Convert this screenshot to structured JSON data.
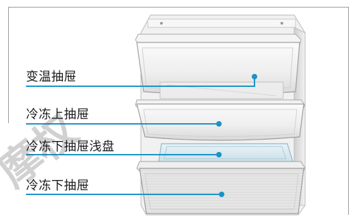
{
  "labels": {
    "variable_temp_drawer": "变温抽屉",
    "freezer_upper_drawer": "冷冻上抽屉",
    "freezer_lower_shallow_tray": "冷冻下抽屉浅盘",
    "freezer_lower_drawer": "冷冻下抽屉"
  },
  "watermark": "摩权",
  "colors": {
    "leader_line": "#1a93c6",
    "frame_line": "#9a9a9a"
  }
}
